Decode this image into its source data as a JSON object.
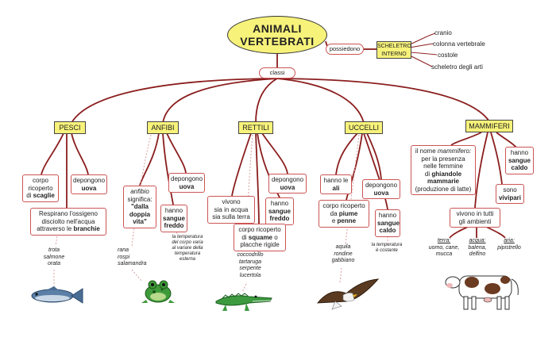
{
  "root": {
    "title_line1": "ANIMALI",
    "title_line2": "VERTEBRATI",
    "link_possiedono": "possiedono",
    "link_classi": "classi"
  },
  "skeleton": {
    "title_line1": "SCHELETRO",
    "title_line2": "INTERNO",
    "parts": [
      "cranio",
      "colonna vertebrale",
      "costole",
      "scheletro degli arti"
    ]
  },
  "classes": {
    "pesci": {
      "label": "PESCI",
      "body_l1": "corpo",
      "body_l2": "ricoperto",
      "body_l3_pre": "di ",
      "body_l3_bold": "scaglie",
      "eggs_l1": "depongono",
      "eggs_l2": "uova",
      "breath_l1": "Respirano l'ossigeno",
      "breath_l2": "disciolto nell'acqua",
      "breath_l3_pre": "attraverso le ",
      "breath_l3_bold": "branchie",
      "examples": [
        "trota",
        "salmone",
        "orata"
      ]
    },
    "anfibi": {
      "label": "ANFIBI",
      "def_l1": "anfibio",
      "def_l2": "significa:",
      "def_l3": "\"dalla",
      "def_l4": "doppia",
      "def_l5": "vita\"",
      "eggs_l1": "depongono",
      "eggs_l2": "uova",
      "blood_l1": "hanno",
      "blood_l2": "sangue",
      "blood_l3": "freddo",
      "temp_note": [
        "la temperatura",
        "del corpo varia",
        "al variare della",
        "temperatura",
        "esterna"
      ],
      "examples": [
        "rana",
        "rospi",
        "salamandra"
      ]
    },
    "rettili": {
      "label": "RETTILI",
      "habitat_l1": "vivono",
      "habitat_l2": "sia in acqua",
      "habitat_l3": "sia sulla terra",
      "eggs_l1": "depongono",
      "eggs_l2": "uova",
      "blood_l1": "hanno",
      "blood_l2": "sangue",
      "blood_l3": "freddo",
      "body_l1": "corpo ricoperto",
      "body_l2_pre": "di ",
      "body_l2_bold": "squame",
      "body_l2_post": " o",
      "body_l3": "placche rigide",
      "examples": [
        "coccodrillo",
        "tartaruga",
        "serpente",
        "lucertola"
      ]
    },
    "uccelli": {
      "label": "UCCELLI",
      "wings_l1": "hanno le",
      "wings_l2": "ali",
      "eggs_l1": "depongono",
      "eggs_l2": "uova",
      "body_l1": "corpo ricoperto",
      "body_l2": "da",
      "body_l2_bold": "piume",
      "body_l3_pre": "e ",
      "body_l3_bold": "penne",
      "blood_l1": "hanno",
      "blood_l2": "sangue",
      "blood_l3": "caldo",
      "temp_note": [
        "la temperatura",
        "è costante"
      ],
      "examples": [
        "aquila",
        "rondine",
        "gabbiano"
      ]
    },
    "mammiferi": {
      "label": "MAMMIFERI",
      "def_l1_pre": "il nome ",
      "def_l1_ital": "mammifero:",
      "def_l2": "per la presenza",
      "def_l3": "nelle femmine",
      "def_l4_pre": "di ",
      "def_l4_bold": "ghiandole",
      "def_l5": "mammarie",
      "def_l6": "(produzione di latte)",
      "blood_l1": "hanno",
      "blood_l2": "sangue",
      "blood_l3": "caldo",
      "birth_l1": "sono",
      "birth_l2": "vivipari",
      "habitat_l1": "vivono in tutti",
      "habitat_l2": "gli ambienti",
      "terra_label": "terra:",
      "terra_ex1": "uomo, cane,",
      "terra_ex2": "mucca",
      "acqua_label": "acqua:",
      "acqua_ex1": "balena,",
      "acqua_ex2": "delfino",
      "aria_label": "aria:",
      "aria_ex1": "pipistrello"
    }
  },
  "colors": {
    "link": "#8b1d1d",
    "dotted": "#d9a0a0",
    "class_fill": "#f7f27a",
    "node_border": "#cc5555"
  }
}
